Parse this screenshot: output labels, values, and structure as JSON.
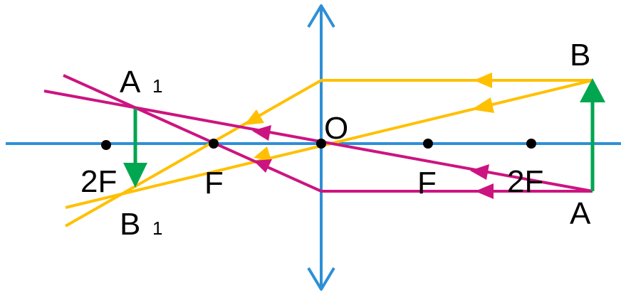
{
  "colors": {
    "axis": "#2E8FD6",
    "lens": "#2E8FD6",
    "ray_yellow": "#FFC000",
    "ray_magenta": "#CC1480",
    "object_arrow": "#00A650",
    "dot": "#000000"
  },
  "labels": {
    "B": "B",
    "A": "A",
    "O": "O",
    "A1_main": "A",
    "A1_sub": "1",
    "B1_main": "B",
    "B1_sub": "1",
    "F_left": "F",
    "F_right": "F",
    "twoF_left": "2F",
    "twoF_right": "2F"
  }
}
